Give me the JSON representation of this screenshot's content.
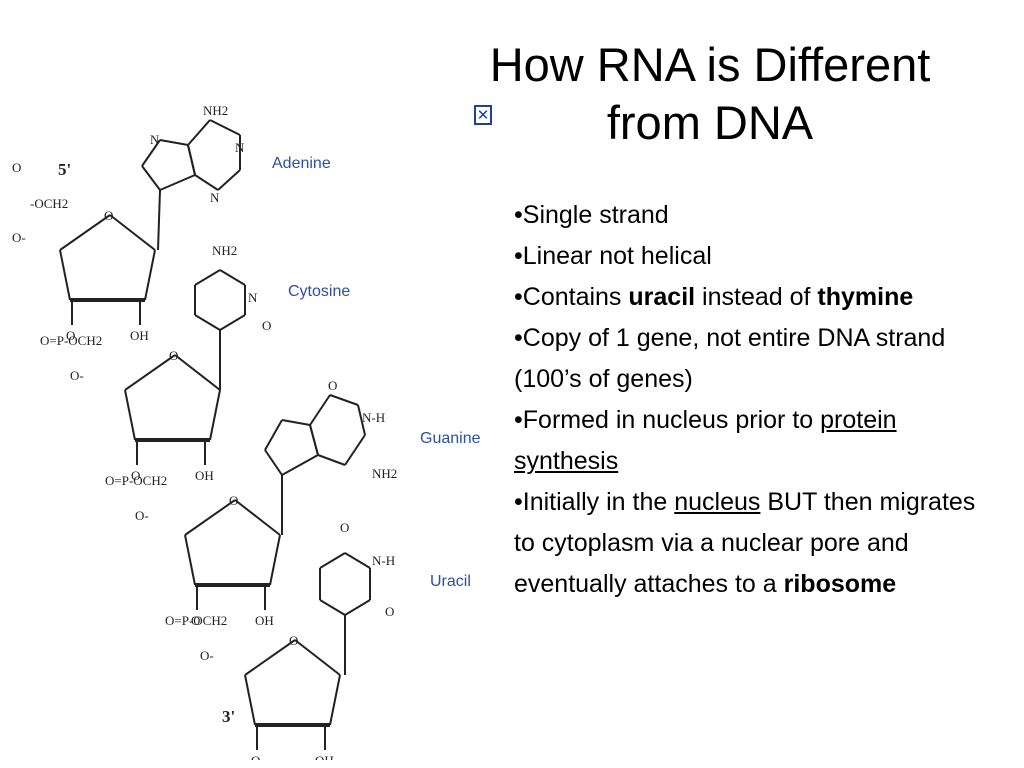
{
  "slide": {
    "title_line1": "How RNA is Different",
    "title_line2": "from DNA",
    "broken_image_icon": "broken-image-icon"
  },
  "figure": {
    "end_5": "5'",
    "end_3": "3'",
    "bases": {
      "adenine": "Adenine",
      "cytosine": "Cytosine",
      "guanine": "Guanine",
      "uracil": "Uracil"
    },
    "atoms": {
      "nh2": "NH2",
      "o": "O",
      "oh": "OH",
      "n": "N",
      "h": "H",
      "och2": "OCH2",
      "o_minus": "O-",
      "p": "P"
    }
  },
  "bullets": [
    {
      "marker": "•",
      "parts": [
        {
          "text": "Single strand"
        }
      ]
    },
    {
      "marker": "•",
      "parts": [
        {
          "text": "Linear not helical"
        }
      ]
    },
    {
      "marker": "•",
      "parts": [
        {
          "text": "Contains "
        },
        {
          "text": "uracil",
          "bold": true
        },
        {
          "text": " instead of "
        },
        {
          "text": "thymine",
          "bold": true
        }
      ]
    },
    {
      "marker": "•",
      "parts": [
        {
          "text": "Copy of 1 gene, not entire DNA strand (100’s of genes)"
        }
      ]
    },
    {
      "marker": "•",
      "parts": [
        {
          "text": "Formed in nucleus prior to "
        },
        {
          "text": "protein synthesis",
          "underline": true
        }
      ]
    },
    {
      "marker": "•",
      "parts": [
        {
          "text": "Initially in the "
        },
        {
          "text": "nucleus",
          "underline": true
        },
        {
          "text": " BUT then migrates to cytoplasm via a nuclear pore and eventually attaches to a "
        },
        {
          "text": "ribosome",
          "bold": true
        }
      ]
    }
  ]
}
